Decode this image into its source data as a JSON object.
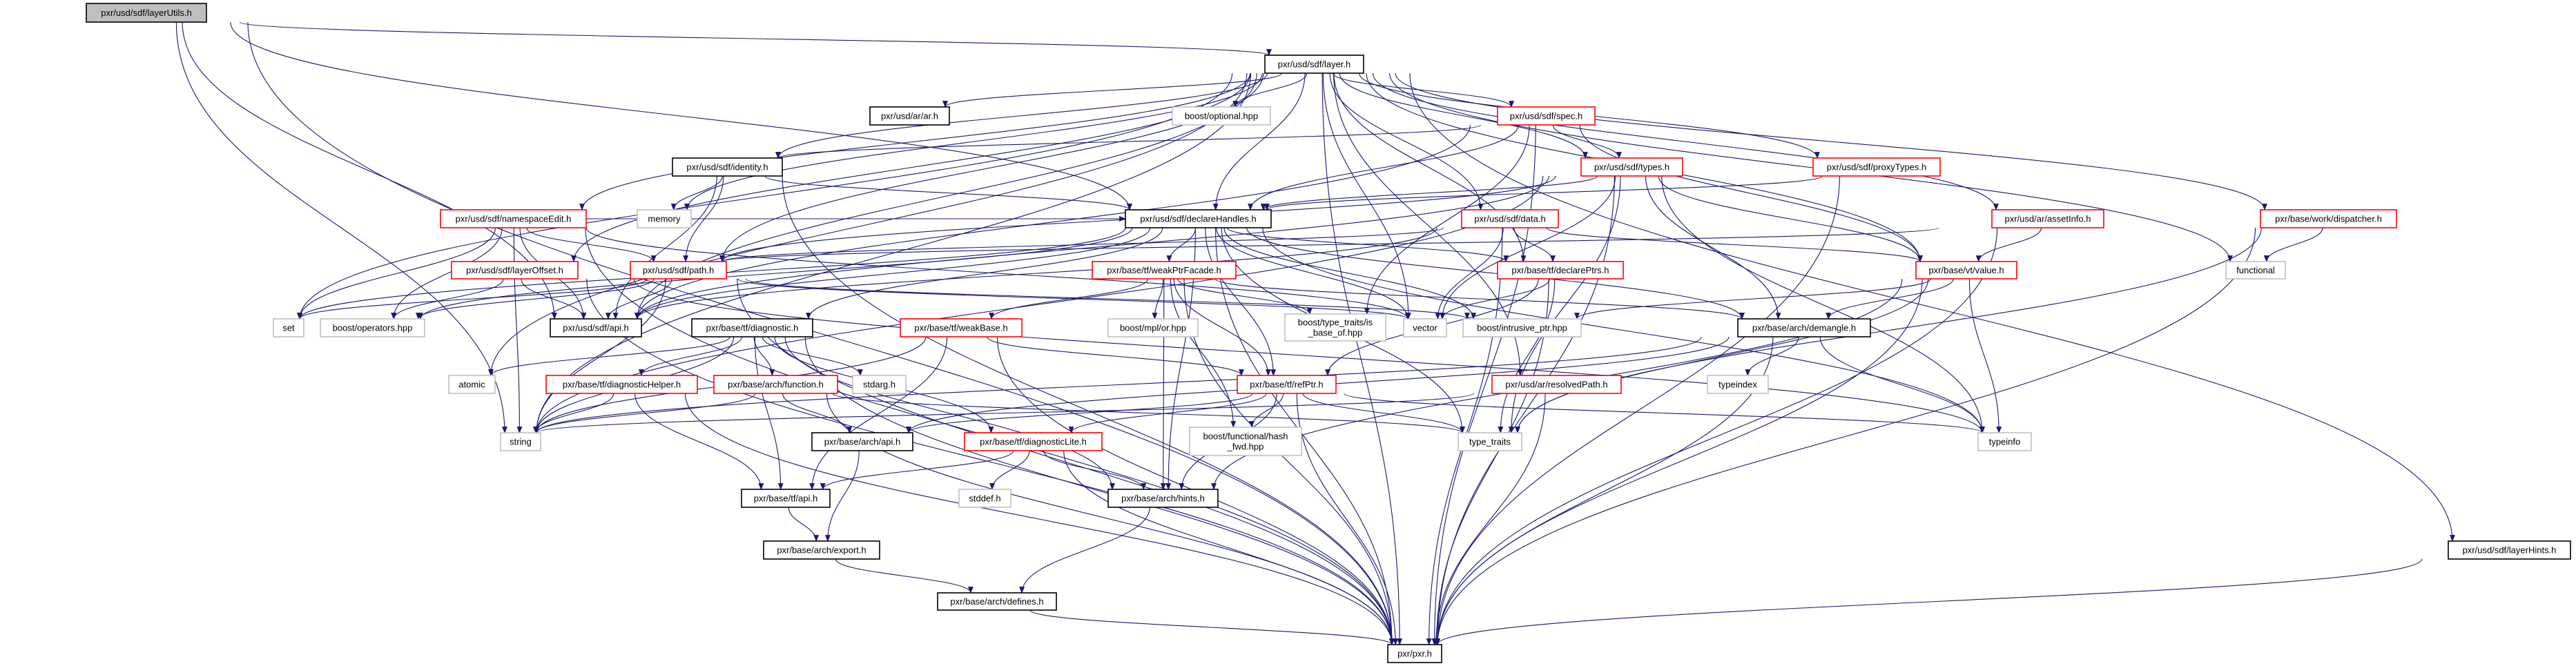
{
  "graph": {
    "title": "pxr/usd/sdf/layerUtils.h",
    "edge_color": "#191970",
    "nodes": [
      {
        "id": "layerUtils",
        "label": "pxr/usd/sdf/layerUtils.h",
        "kind": "root"
      },
      {
        "id": "layer",
        "label": "pxr/usd/sdf/layer.h",
        "kind": "documented"
      },
      {
        "id": "ar",
        "label": "pxr/usd/ar/ar.h",
        "kind": "documented"
      },
      {
        "id": "optional",
        "label": "boost/optional.hpp",
        "kind": "external"
      },
      {
        "id": "spec",
        "label": "pxr/usd/sdf/spec.h",
        "kind": "truncated"
      },
      {
        "id": "identity",
        "label": "pxr/usd/sdf/identity.h",
        "kind": "documented"
      },
      {
        "id": "types",
        "label": "pxr/usd/sdf/types.h",
        "kind": "truncated"
      },
      {
        "id": "proxyTypes",
        "label": "pxr/usd/sdf/proxyTypes.h",
        "kind": "truncated"
      },
      {
        "id": "namespaceEdit",
        "label": "pxr/usd/sdf/namespaceEdit.h",
        "kind": "truncated"
      },
      {
        "id": "memory",
        "label": "memory",
        "kind": "external"
      },
      {
        "id": "declareHandles",
        "label": "pxr/usd/sdf/declareHandles.h",
        "kind": "documented"
      },
      {
        "id": "data",
        "label": "pxr/usd/sdf/data.h",
        "kind": "truncated"
      },
      {
        "id": "assetInfo",
        "label": "pxr/usd/ar/assetInfo.h",
        "kind": "truncated"
      },
      {
        "id": "dispatcher",
        "label": "pxr/base/work/dispatcher.h",
        "kind": "truncated"
      },
      {
        "id": "layerOffset",
        "label": "pxr/usd/sdf/layerOffset.h",
        "kind": "truncated"
      },
      {
        "id": "path",
        "label": "pxr/usd/sdf/path.h",
        "kind": "truncated"
      },
      {
        "id": "weakPtrFacade",
        "label": "pxr/base/tf/weakPtrFacade.h",
        "kind": "truncated"
      },
      {
        "id": "declarePtrs",
        "label": "pxr/base/tf/declarePtrs.h",
        "kind": "truncated"
      },
      {
        "id": "value",
        "label": "pxr/base/vt/value.h",
        "kind": "truncated"
      },
      {
        "id": "functional",
        "label": "functional",
        "kind": "external"
      },
      {
        "id": "set",
        "label": "set",
        "kind": "external"
      },
      {
        "id": "operators",
        "label": "boost/operators.hpp",
        "kind": "external"
      },
      {
        "id": "sdfApi",
        "label": "pxr/usd/sdf/api.h",
        "kind": "documented"
      },
      {
        "id": "diagnostic",
        "label": "pxr/base/tf/diagnostic.h",
        "kind": "documented"
      },
      {
        "id": "weakBase",
        "label": "pxr/base/tf/weakBase.h",
        "kind": "truncated"
      },
      {
        "id": "mplOr",
        "label": "boost/mpl/or.hpp",
        "kind": "external"
      },
      {
        "id": "isBaseOf",
        "label": "boost/type_traits/is\n_base_of.hpp",
        "kind": "external"
      },
      {
        "id": "vector",
        "label": "vector",
        "kind": "external"
      },
      {
        "id": "intrusivePtr",
        "label": "boost/intrusive_ptr.hpp",
        "kind": "external"
      },
      {
        "id": "demangle",
        "label": "pxr/base/arch/demangle.h",
        "kind": "documented"
      },
      {
        "id": "atomic",
        "label": "atomic",
        "kind": "external"
      },
      {
        "id": "diagnosticHelper",
        "label": "pxr/base/tf/diagnosticHelper.h",
        "kind": "truncated"
      },
      {
        "id": "function",
        "label": "pxr/base/arch/function.h",
        "kind": "truncated"
      },
      {
        "id": "stdarg",
        "label": "stdarg.h",
        "kind": "external"
      },
      {
        "id": "refPtr",
        "label": "pxr/base/tf/refPtr.h",
        "kind": "truncated"
      },
      {
        "id": "resolvedPath",
        "label": "pxr/usd/ar/resolvedPath.h",
        "kind": "truncated"
      },
      {
        "id": "typeindex",
        "label": "typeindex",
        "kind": "external"
      },
      {
        "id": "string",
        "label": "string",
        "kind": "external"
      },
      {
        "id": "archApi",
        "label": "pxr/base/arch/api.h",
        "kind": "documented"
      },
      {
        "id": "diagnosticLite",
        "label": "pxr/base/tf/diagnosticLite.h",
        "kind": "truncated"
      },
      {
        "id": "hashFwd",
        "label": "boost/functional/hash\n_fwd.hpp",
        "kind": "external"
      },
      {
        "id": "typeTraits",
        "label": "type_traits",
        "kind": "external"
      },
      {
        "id": "typeinfo",
        "label": "typeinfo",
        "kind": "external"
      },
      {
        "id": "tfApi",
        "label": "pxr/base/tf/api.h",
        "kind": "documented"
      },
      {
        "id": "stddef",
        "label": "stddef.h",
        "kind": "external"
      },
      {
        "id": "hints",
        "label": "pxr/base/arch/hints.h",
        "kind": "documented"
      },
      {
        "id": "layerHints",
        "label": "pxr/usd/sdf/layerHints.h",
        "kind": "documented"
      },
      {
        "id": "export",
        "label": "pxr/base/arch/export.h",
        "kind": "documented"
      },
      {
        "id": "defines",
        "label": "pxr/base/arch/defines.h",
        "kind": "documented"
      },
      {
        "id": "pxr",
        "label": "pxr/pxr.h",
        "kind": "documented"
      }
    ],
    "edges": [
      [
        "layerUtils",
        "layer"
      ],
      [
        "layerUtils",
        "declareHandles"
      ],
      [
        "layerUtils",
        "sdfApi"
      ],
      [
        "layerUtils",
        "string"
      ],
      [
        "layerUtils",
        "pxr"
      ],
      [
        "layer",
        "ar"
      ],
      [
        "layer",
        "optional"
      ],
      [
        "layer",
        "spec"
      ],
      [
        "layer",
        "types"
      ],
      [
        "layer",
        "declareHandles"
      ],
      [
        "layer",
        "data"
      ],
      [
        "layer",
        "declarePtrs"
      ],
      [
        "layer",
        "vector"
      ],
      [
        "layer",
        "identity"
      ],
      [
        "layer",
        "namespaceEdit"
      ],
      [
        "layer",
        "layerOffset"
      ],
      [
        "layer",
        "path"
      ],
      [
        "layer",
        "memory"
      ],
      [
        "layer",
        "set"
      ],
      [
        "layer",
        "sdfApi"
      ],
      [
        "layer",
        "proxyTypes"
      ],
      [
        "layer",
        "assetInfo"
      ],
      [
        "layer",
        "dispatcher"
      ],
      [
        "layer",
        "value"
      ],
      [
        "layer",
        "functional"
      ],
      [
        "layer",
        "layerHints"
      ],
      [
        "layer",
        "pxr"
      ],
      [
        "layer",
        "string"
      ],
      [
        "layer",
        "atomic"
      ],
      [
        "layer",
        "resolvedPath"
      ],
      [
        "identity",
        "memory"
      ],
      [
        "identity",
        "path"
      ],
      [
        "identity",
        "sdfApi"
      ],
      [
        "identity",
        "declareHandles"
      ],
      [
        "identity",
        "pxr"
      ],
      [
        "namespaceEdit",
        "path"
      ],
      [
        "namespaceEdit",
        "sdfApi"
      ],
      [
        "namespaceEdit",
        "declareHandles"
      ],
      [
        "namespaceEdit",
        "operators"
      ],
      [
        "namespaceEdit",
        "set"
      ],
      [
        "namespaceEdit",
        "string"
      ],
      [
        "namespaceEdit",
        "pxr"
      ],
      [
        "namespaceEdit",
        "vector"
      ],
      [
        "layerOffset",
        "sdfApi"
      ],
      [
        "layerOffset",
        "operators"
      ],
      [
        "layerOffset",
        "pxr"
      ],
      [
        "layerOffset",
        "typeinfo"
      ],
      [
        "path",
        "sdfApi"
      ],
      [
        "path",
        "set"
      ],
      [
        "path",
        "operators"
      ],
      [
        "path",
        "string"
      ],
      [
        "path",
        "vector"
      ],
      [
        "path",
        "pxr"
      ],
      [
        "path",
        "intrusivePtr"
      ],
      [
        "declareHandles",
        "sdfApi"
      ],
      [
        "declareHandles",
        "diagnostic"
      ],
      [
        "declareHandles",
        "weakPtrFacade"
      ],
      [
        "declareHandles",
        "declarePtrs"
      ],
      [
        "declareHandles",
        "refPtr"
      ],
      [
        "declareHandles",
        "vector"
      ],
      [
        "declareHandles",
        "set"
      ],
      [
        "declareHandles",
        "intrusivePtr"
      ],
      [
        "declareHandles",
        "operators"
      ],
      [
        "declareHandles",
        "demangle"
      ],
      [
        "declareHandles",
        "typeinfo"
      ],
      [
        "declareHandles",
        "typeTraits"
      ],
      [
        "declareHandles",
        "pxr"
      ],
      [
        "declareHandles",
        "hints"
      ],
      [
        "spec",
        "identity"
      ],
      [
        "spec",
        "types"
      ],
      [
        "spec",
        "declareHandles"
      ],
      [
        "spec",
        "sdfApi"
      ],
      [
        "spec",
        "isBaseOf"
      ],
      [
        "spec",
        "value"
      ],
      [
        "spec",
        "pxr"
      ],
      [
        "types",
        "declareHandles"
      ],
      [
        "types",
        "sdfApi"
      ],
      [
        "types",
        "path"
      ],
      [
        "types",
        "value"
      ],
      [
        "types",
        "demangle"
      ],
      [
        "types",
        "typeinfo"
      ],
      [
        "types",
        "vector"
      ],
      [
        "types",
        "pxr"
      ],
      [
        "types",
        "typeTraits"
      ],
      [
        "types",
        "string"
      ],
      [
        "data",
        "path"
      ],
      [
        "data",
        "value"
      ],
      [
        "data",
        "declarePtrs"
      ],
      [
        "data",
        "vector"
      ],
      [
        "data",
        "pxr"
      ],
      [
        "data",
        "sdfApi"
      ],
      [
        "declarePtrs",
        "vector"
      ],
      [
        "declarePtrs",
        "refPtr"
      ],
      [
        "declarePtrs",
        "pxr"
      ],
      [
        "declarePtrs",
        "typeTraits"
      ],
      [
        "weakPtrFacade",
        "weakBase"
      ],
      [
        "weakPtrFacade",
        "mplOr"
      ],
      [
        "weakPtrFacade",
        "isBaseOf"
      ],
      [
        "weakPtrFacade",
        "refPtr"
      ],
      [
        "weakPtrFacade",
        "hashFwd"
      ],
      [
        "weakPtrFacade",
        "demangle"
      ],
      [
        "weakPtrFacade",
        "hints"
      ],
      [
        "weakPtrFacade",
        "pxr"
      ],
      [
        "weakBase",
        "refPtr"
      ],
      [
        "weakBase",
        "tfApi"
      ],
      [
        "weakBase",
        "pxr"
      ],
      [
        "weakBase",
        "string"
      ],
      [
        "diagnostic",
        "atomic"
      ],
      [
        "diagnostic",
        "diagnosticHelper"
      ],
      [
        "diagnostic",
        "function"
      ],
      [
        "diagnostic",
        "stdarg"
      ],
      [
        "diagnostic",
        "diagnosticLite"
      ],
      [
        "diagnostic",
        "tfApi"
      ],
      [
        "diagnostic",
        "hints"
      ],
      [
        "diagnostic",
        "string"
      ],
      [
        "diagnostic",
        "pxr"
      ],
      [
        "diagnosticHelper",
        "string"
      ],
      [
        "diagnosticHelper",
        "tfApi"
      ],
      [
        "diagnosticHelper",
        "pxr"
      ],
      [
        "function",
        "string"
      ],
      [
        "function",
        "archApi"
      ],
      [
        "function",
        "pxr"
      ],
      [
        "function",
        "typeTraits"
      ],
      [
        "refPtr",
        "diagnosticLite"
      ],
      [
        "refPtr",
        "hashFwd"
      ],
      [
        "refPtr",
        "typeTraits"
      ],
      [
        "refPtr",
        "hints"
      ],
      [
        "refPtr",
        "pxr"
      ],
      [
        "refPtr",
        "typeinfo"
      ],
      [
        "refPtr",
        "archApi"
      ],
      [
        "diagnosticLite",
        "tfApi"
      ],
      [
        "diagnosticLite",
        "stddef"
      ],
      [
        "diagnosticLite",
        "hints"
      ],
      [
        "diagnosticLite",
        "pxr"
      ],
      [
        "tfApi",
        "export"
      ],
      [
        "archApi",
        "export"
      ],
      [
        "export",
        "defines"
      ],
      [
        "defines",
        "pxr"
      ],
      [
        "hints",
        "defines"
      ],
      [
        "value",
        "demangle"
      ],
      [
        "value",
        "intrusivePtr"
      ],
      [
        "value",
        "typeTraits"
      ],
      [
        "value",
        "typeinfo"
      ],
      [
        "value",
        "hints"
      ],
      [
        "value",
        "pxr"
      ],
      [
        "demangle",
        "string"
      ],
      [
        "demangle",
        "typeindex"
      ],
      [
        "demangle",
        "typeinfo"
      ],
      [
        "demangle",
        "pxr"
      ],
      [
        "demangle",
        "archApi"
      ],
      [
        "assetInfo",
        "value"
      ],
      [
        "assetInfo",
        "path"
      ],
      [
        "assetInfo",
        "pxr"
      ],
      [
        "resolvedPath",
        "string"
      ],
      [
        "resolvedPath",
        "pxr"
      ],
      [
        "proxyTypes",
        "declareHandles"
      ],
      [
        "proxyTypes",
        "pxr"
      ],
      [
        "dispatcher",
        "functional"
      ],
      [
        "dispatcher",
        "typeTraits"
      ],
      [
        "dispatcher",
        "pxr"
      ],
      [
        "layerHints",
        "pxr"
      ]
    ]
  }
}
